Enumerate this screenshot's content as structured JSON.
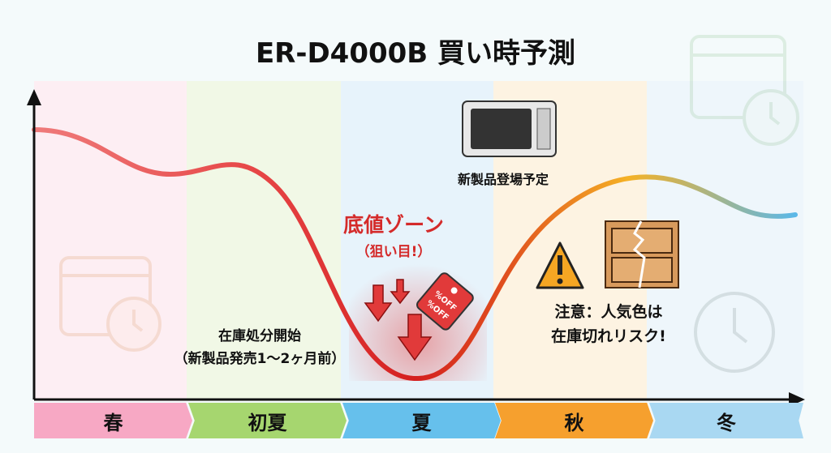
{
  "title": "ER-D4000B 買い時予測",
  "seasons": [
    {
      "label": "春",
      "color": "#f7a8c4",
      "band": "#fdeef3"
    },
    {
      "label": "初夏",
      "color": "#a6d66f",
      "band": "#f1f8e6"
    },
    {
      "label": "夏",
      "color": "#66c0ec",
      "band": "#e7f3fb"
    },
    {
      "label": "秋",
      "color": "#f6a02e",
      "band": "#fdf3e2"
    },
    {
      "label": "冬",
      "color": "#a9d8f2",
      "band": "#eef6fb"
    }
  ],
  "annotations": {
    "clearance": {
      "line1": "在庫処分開始",
      "line2": "（新製品発売1〜2ヶ月前）"
    },
    "bottom": {
      "line1": "底値ゾーン",
      "line2": "（狙い目!）",
      "tag": "%OFF"
    },
    "new_product": "新製品登場予定",
    "warning": {
      "line1": "注意：人気色は",
      "line2": "在庫切れリスク!"
    }
  },
  "icons": [
    "calendar-icon",
    "clock-icon",
    "microwave-icon",
    "warning-icon",
    "empty-shelf-icon",
    "down-arrow-icon",
    "price-tag-icon"
  ],
  "colors": {
    "bottom_zone": "#d42a2a",
    "curve_start": "#f08080",
    "curve_end": "#6cbfe0"
  }
}
